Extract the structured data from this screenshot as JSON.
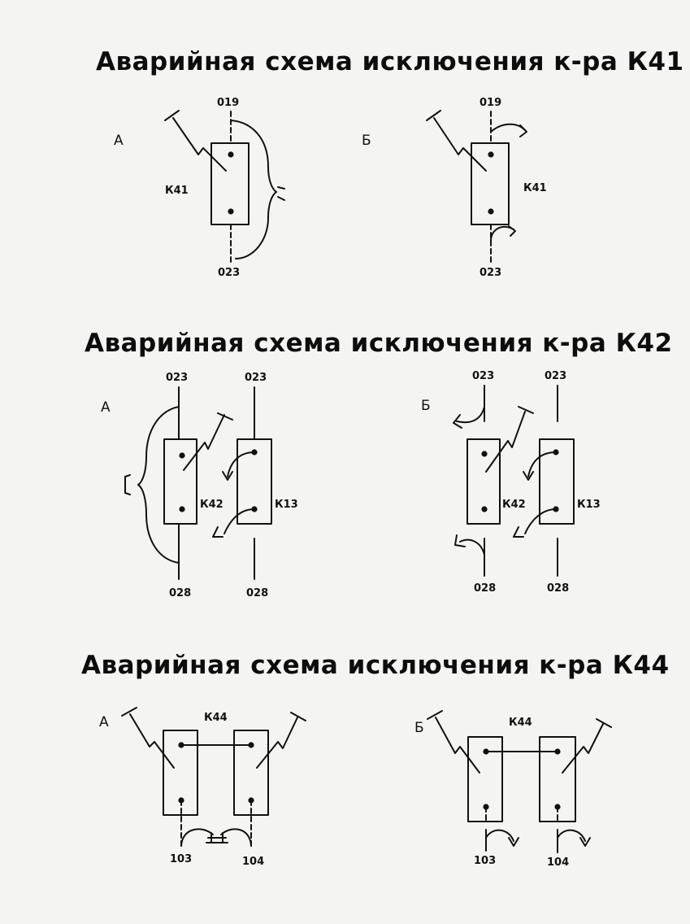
{
  "sections": [
    {
      "title": "Аварийная схема исключения к-ра К41",
      "variants": [
        {
          "label": "А",
          "coil": "К41",
          "top_wire": "019",
          "bottom_wire": "023"
        },
        {
          "label": "Б",
          "coil": "К41",
          "top_wire": "019",
          "bottom_wire": "023"
        }
      ]
    },
    {
      "title": "Аварийная схема исключения к-ра К42",
      "variants": [
        {
          "label": "А",
          "coil_main": "К42",
          "coil_aux": "К13",
          "top_wire_main": "023",
          "top_wire_aux": "023",
          "bottom_wire_main": "028",
          "bottom_wire_aux": "028"
        },
        {
          "label": "Б",
          "coil_main": "К42",
          "coil_aux": "К13",
          "top_wire_main": "023",
          "top_wire_aux": "023",
          "bottom_wire_main": "028",
          "bottom_wire_aux": "028"
        }
      ]
    },
    {
      "title": "Аварийная схема исключения к-ра К44",
      "variants": [
        {
          "label": "А",
          "coil": "К44",
          "wire_left": "103",
          "wire_right": "104"
        },
        {
          "label": "Б",
          "coil": "К44",
          "wire_left": "103",
          "wire_right": "104"
        }
      ]
    }
  ]
}
